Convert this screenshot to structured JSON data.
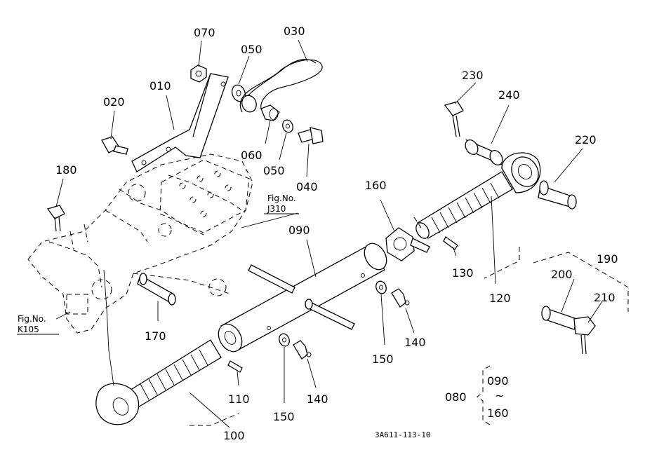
{
  "labels": {
    "p010": "010",
    "p020": "020",
    "p030": "030",
    "p040": "040",
    "p050a": "050",
    "p050b": "050",
    "p060": "060",
    "p070": "070",
    "p080": "080",
    "p090": "090",
    "p090b": "090",
    "p100": "100",
    "p110": "110",
    "p120": "120",
    "p130": "130",
    "p140a": "140",
    "p140b": "140",
    "p150a": "150",
    "p150b": "150",
    "p160": "160",
    "p160b": "160",
    "p170": "170",
    "p180": "180",
    "p190": "190",
    "p200": "200",
    "p210": "210",
    "p220": "220",
    "p230": "230",
    "p240": "240",
    "tilde": "~"
  },
  "figrefs": {
    "j310_label": "Fig.No.",
    "j310_code": "J310",
    "k105_label": "Fig.No.",
    "k105_code": "K105"
  },
  "drawing_code": "3A611-113-10"
}
